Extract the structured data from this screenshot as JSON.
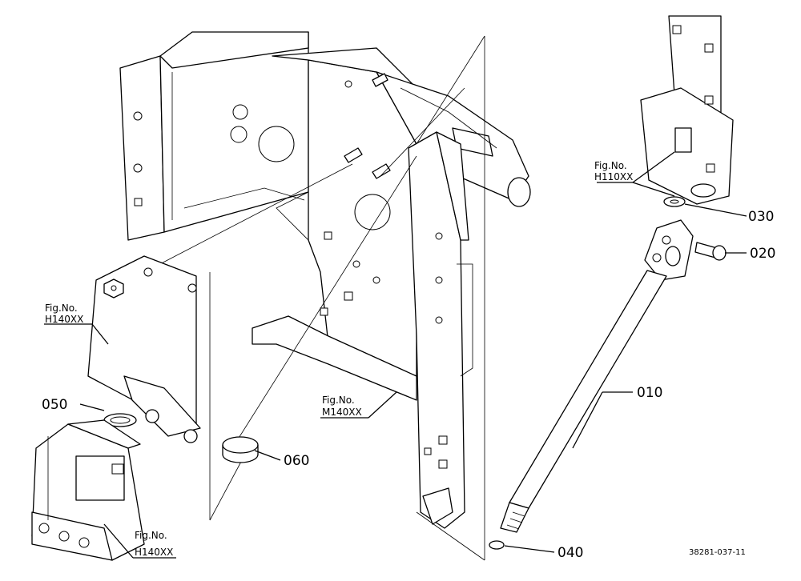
{
  "callouts": {
    "p010": "010",
    "p020": "020",
    "p030": "030",
    "p040": "040",
    "p050": "050",
    "p060": "060"
  },
  "fig_refs": {
    "h110": {
      "label": "Fig.No.",
      "code": "H110XX"
    },
    "h140_upper": {
      "label": "Fig.No.",
      "code": "H140XX"
    },
    "h140_lower": {
      "label": "Fig.No.",
      "code": "H140XX"
    },
    "m140": {
      "label": "Fig.No.",
      "code": "M140XX"
    }
  },
  "drawing_code": "38281-037-11"
}
